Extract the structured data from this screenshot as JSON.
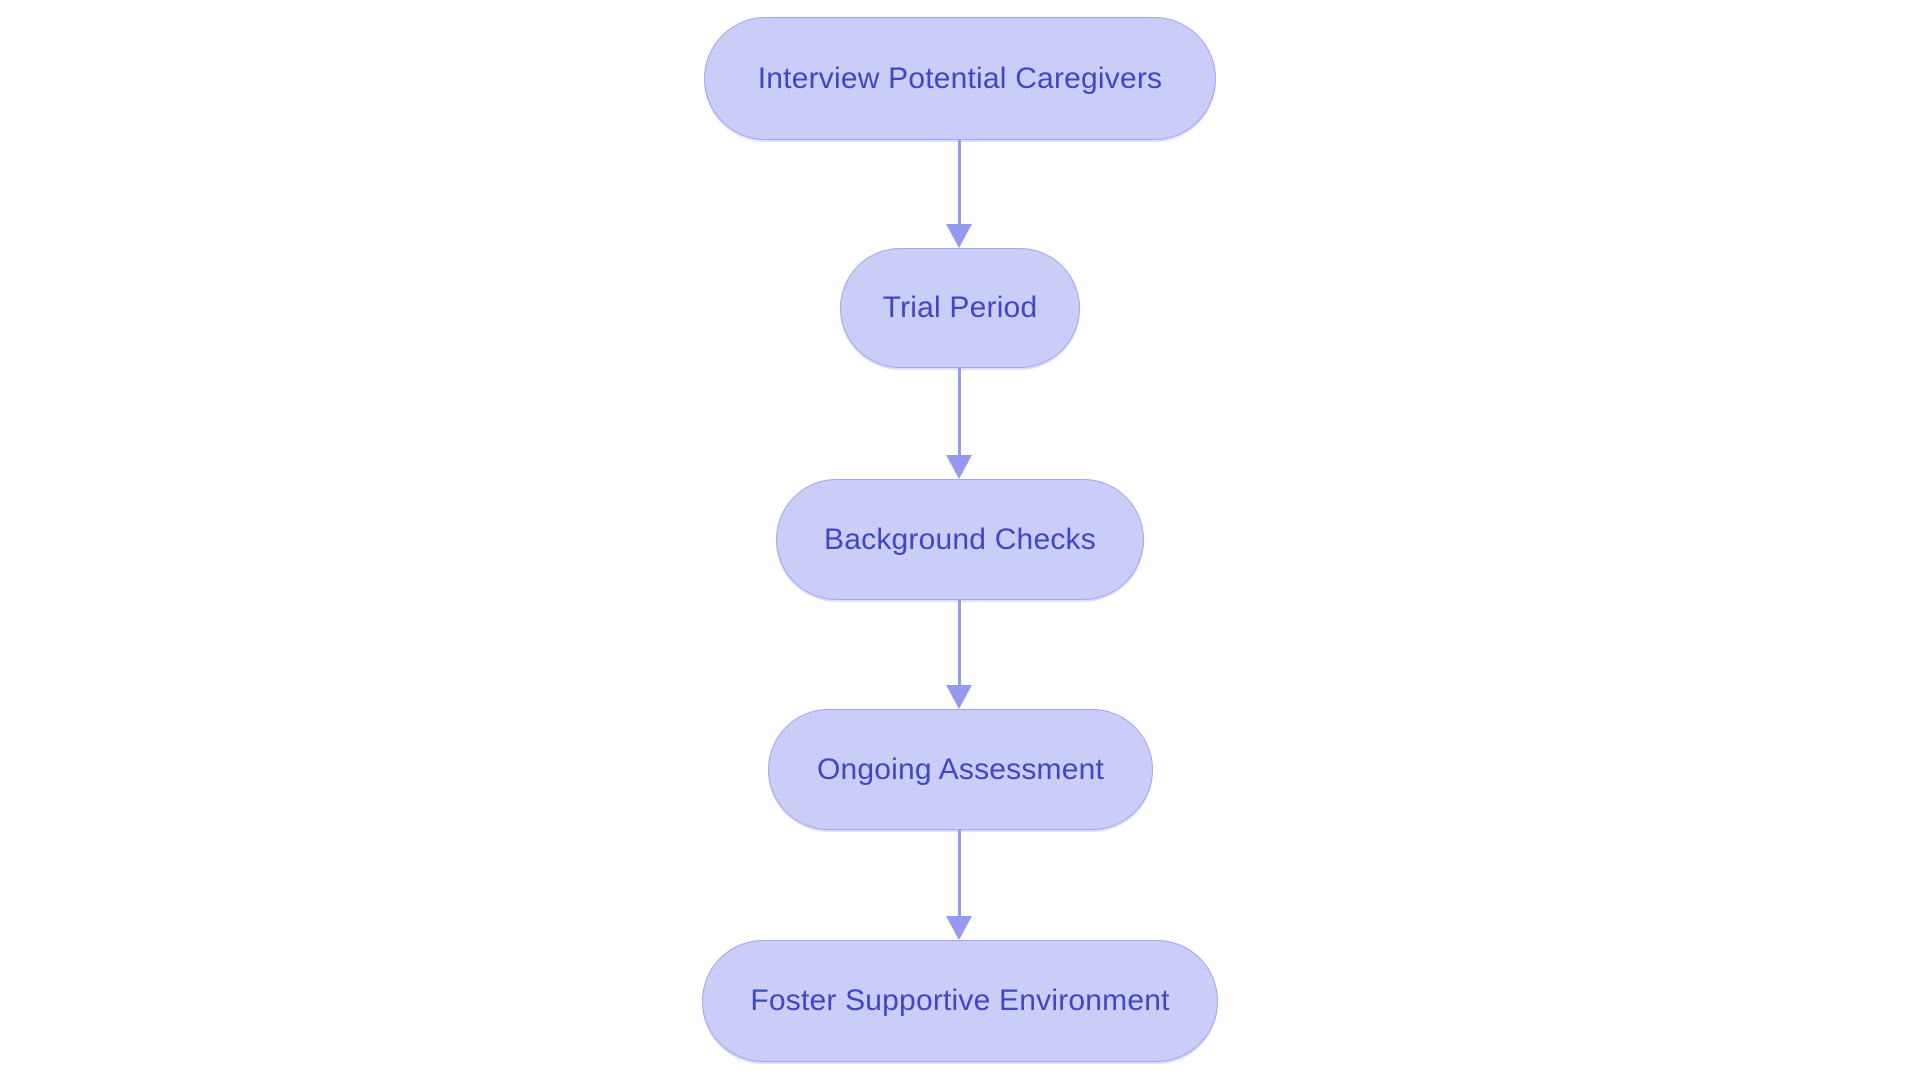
{
  "diagram": {
    "type": "flowchart",
    "direction": "top-down",
    "nodes": [
      {
        "id": "interview",
        "label": "Interview Potential Caregivers"
      },
      {
        "id": "trial",
        "label": "Trial Period"
      },
      {
        "id": "background",
        "label": "Background Checks"
      },
      {
        "id": "assessment",
        "label": "Ongoing Assessment"
      },
      {
        "id": "foster",
        "label": "Foster Supportive Environment"
      }
    ],
    "edges": [
      {
        "from": "interview",
        "to": "trial"
      },
      {
        "from": "trial",
        "to": "background"
      },
      {
        "from": "background",
        "to": "assessment"
      },
      {
        "from": "assessment",
        "to": "foster"
      }
    ],
    "colors": {
      "node_fill": "#c9cdf8",
      "node_border": "#a0a7ee",
      "node_text": "#3f47c5",
      "arrow": "#939af0",
      "background": "#ffffff"
    }
  }
}
